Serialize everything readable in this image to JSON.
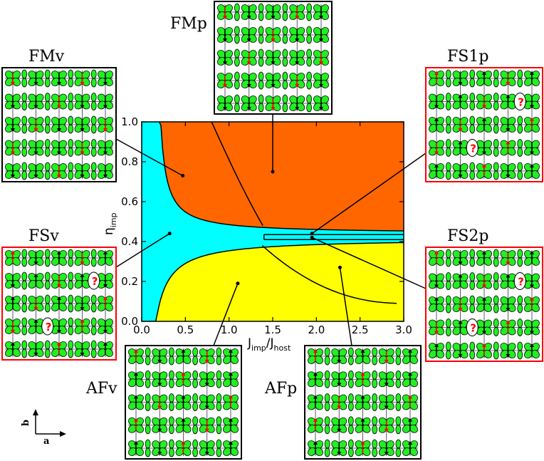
{
  "axes": {
    "xlabel": "J",
    "xlabel_sub1": "imp",
    "xlabel_mid": "/J",
    "xlabel_sub2": "host",
    "ylabel": "η",
    "ylabel_sub": "imp",
    "xticks": [
      "0.0",
      "0.5",
      "1.0",
      "1.5",
      "2.0",
      "2.5",
      "3.0"
    ],
    "yticks": [
      "0.0",
      "0.2",
      "0.4",
      "0.6",
      "0.8",
      "1.0"
    ],
    "xlim": [
      0,
      3
    ],
    "ylim": [
      0,
      1
    ]
  },
  "phases": [
    {
      "name": "FMp",
      "color": "#ff6600",
      "frame": "#000000"
    },
    {
      "name": "FMv",
      "color": "#ff6600",
      "frame": "#000000"
    },
    {
      "name": "FS1p",
      "color": "#00ffff",
      "frame": "#ff0000"
    },
    {
      "name": "FSv",
      "color": "#00ffff",
      "frame": "#ff0000"
    },
    {
      "name": "FS2p",
      "color": "#00ffff",
      "frame": "#ff0000"
    },
    {
      "name": "AFv",
      "color": "#ffff00",
      "frame": "#000000"
    },
    {
      "name": "AFp",
      "color": "#ffff00",
      "frame": "#000000"
    }
  ],
  "points": [
    {
      "phase": "FMp",
      "x": 1.5,
      "y": 0.75
    },
    {
      "phase": "FMv",
      "x": 0.47,
      "y": 0.73
    },
    {
      "phase": "FS1p",
      "x": 1.95,
      "y": 0.44
    },
    {
      "phase": "FSv",
      "x": 0.32,
      "y": 0.44
    },
    {
      "phase": "FS2p",
      "x": 1.95,
      "y": 0.42
    },
    {
      "phase": "AFv",
      "x": 1.1,
      "y": 0.19
    },
    {
      "phase": "AFp",
      "x": 2.27,
      "y": 0.27
    }
  ],
  "compass": {
    "b": "b",
    "a": "a"
  },
  "unknown_mark": "?"
}
